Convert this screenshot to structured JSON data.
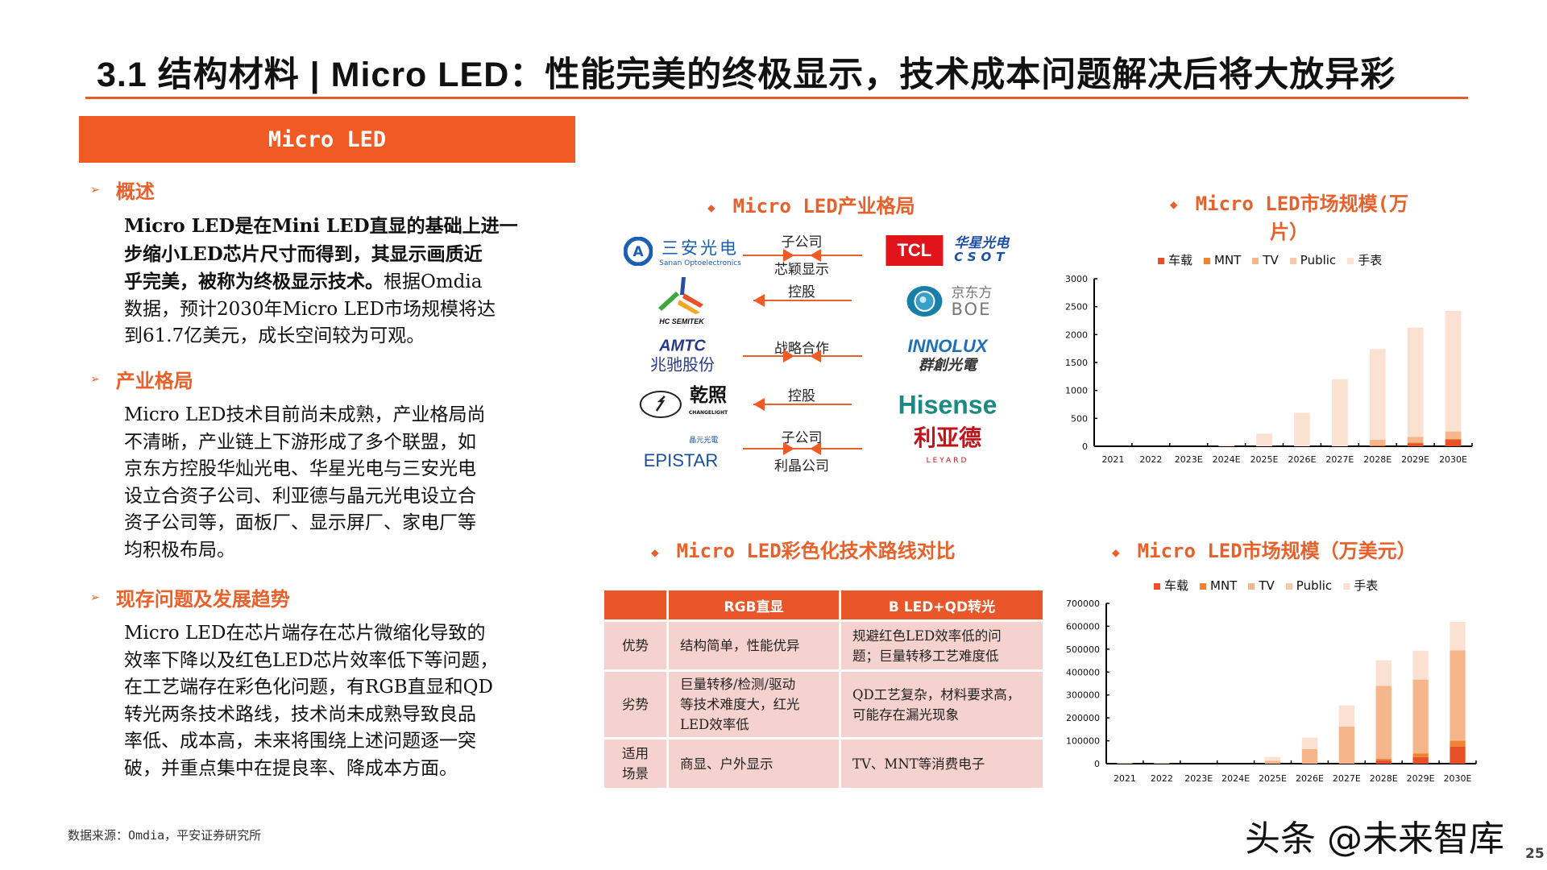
{
  "header": {
    "title": "3.1 结构材料 | Micro LED：性能完美的终极显示，技术成本问题解决后将大放异彩"
  },
  "banner": {
    "label": "Micro LED"
  },
  "sections": [
    {
      "heading": "概述",
      "lines": [
        [
          {
            "t": "Micro LED是在Mini LED直显的基础上进一",
            "b": true
          }
        ],
        [
          {
            "t": "步缩小LED芯片尺寸而得到，其显示画质近",
            "b": true
          }
        ],
        [
          {
            "t": "乎完美，被称为终极显示技术。",
            "b": true
          },
          {
            "t": "根据Omdia",
            "b": false
          }
        ],
        [
          {
            "t": "数据，预计2030年Micro LED市场规模将达",
            "b": false
          }
        ],
        [
          {
            "t": "到61.7亿美元，成长空间较为可观。",
            "b": false
          }
        ]
      ]
    },
    {
      "heading": "产业格局",
      "lines": [
        "Micro LED技术目前尚未成熟，产业格局尚",
        "不清晰，产业链上下游形成了多个联盟，如",
        "京东方控股华灿光电、华星光电与三安光电",
        "设立合资子公司、利亚德与晶元光电设立合",
        "资子公司等，面板厂、显示屏厂、家电厂等",
        "均积极布局。"
      ]
    },
    {
      "heading": "现存问题及发展趋势",
      "lines": [
        "Micro LED在芯片端存在芯片微缩化导致的",
        "效率下降以及红色LED芯片效率低下等问题，",
        "在工艺端存在彩色化问题，有RGB直显和QD",
        "转光两条技术路线，技术尚未成熟导致良品",
        "率低、成本高，未来将围绕上述问题逐一突",
        "破，并重点集中在提良率、降成本方面。"
      ]
    }
  ],
  "industry": {
    "title": "Micro LED产业格局",
    "rows": [
      {
        "left": {
          "cn": "三安光电",
          "en": "Sanan Optoelectronics"
        },
        "right": {
          "a": "TCL",
          "cn": "华星光电",
          "en": "CSOT"
        },
        "above": "子公司",
        "below": "芯颖显示",
        "dir": "both"
      },
      {
        "left": {
          "en": "HC SEMITEK"
        },
        "right": {
          "cn": "京东方",
          "en": "BOE"
        },
        "above": "控股",
        "below": "",
        "dir": "left"
      },
      {
        "left": {
          "en": "AMTC",
          "cn": "兆驰股份"
        },
        "right": {
          "en": "INNOLUX",
          "cn": "群創光電"
        },
        "above": "战略合作",
        "below": "",
        "dir": "both"
      },
      {
        "left": {
          "cn": "乾照",
          "en": "CHANGELIGHT"
        },
        "right": {
          "en": "Hisense"
        },
        "above": "控股",
        "below": "",
        "dir": "left"
      },
      {
        "left": {
          "cn": "晶元光電",
          "en": "EPISTAR"
        },
        "right": {
          "cn": "利亚德",
          "en": "LEYARD"
        },
        "above": "子公司",
        "below": "利晶公司",
        "dir": "both"
      }
    ]
  },
  "comparison": {
    "title": "Micro LED彩色化技术路线对比",
    "headers": [
      "",
      "RGB直显",
      "B LED+QD转光"
    ],
    "rows": [
      {
        "label": "优势",
        "rgb": [
          "结构简单，性能优异"
        ],
        "qd": [
          "规避红色LED效率低的问",
          "题；巨量转移工艺难度低"
        ]
      },
      {
        "label": "劣势",
        "rgb": [
          "巨量转移/检测/驱动",
          "等技术难度大，红光",
          "LED效率低"
        ],
        "qd": [
          "QD工艺复杂，材料要求高，",
          "可能存在漏光现象"
        ]
      },
      {
        "label": [
          "适用",
          "场景"
        ],
        "rgb": [
          "商显、户外显示"
        ],
        "qd": [
          "TV、MNT等消费电子"
        ]
      }
    ]
  },
  "chart_data": [
    {
      "type": "bar",
      "stacked": true,
      "title": [
        "Micro LED市场规模(万",
        "片）"
      ],
      "categories": [
        "2021",
        "2022",
        "2023E",
        "2024E",
        "2025E",
        "2026E",
        "2027E",
        "2028E",
        "2029E",
        "2030E"
      ],
      "ylim": [
        0,
        3000
      ],
      "yticks": [
        "0",
        "500",
        "1000",
        "1500",
        "2000",
        "2500",
        "3000"
      ],
      "legend_position": "top",
      "series": [
        {
          "name": "车载",
          "color": "#e8502a",
          "values": [
            0,
            0,
            0,
            0,
            0,
            0,
            0,
            10,
            55,
            115
          ]
        },
        {
          "name": "MNT",
          "color": "#f08232",
          "values": [
            0,
            0,
            0,
            0,
            0,
            0,
            0,
            5,
            10,
            15
          ]
        },
        {
          "name": "TV",
          "color": "#f6b68c",
          "values": [
            0,
            0,
            0,
            0,
            0,
            0,
            0,
            100,
            105,
            135
          ]
        },
        {
          "name": "Public",
          "color": "#f8caa8",
          "values": [
            0,
            0,
            0,
            0,
            0,
            0,
            0,
            0,
            0,
            0
          ]
        },
        {
          "name": "手表",
          "color": "#fbe1d2",
          "values": [
            0,
            0,
            0,
            25,
            225,
            600,
            1200,
            1625,
            1955,
            2160
          ]
        }
      ]
    },
    {
      "type": "bar",
      "stacked": true,
      "title": [
        "Micro LED市场规模（万美元）"
      ],
      "categories": [
        "2021",
        "2022",
        "2023E",
        "2024E",
        "2025E",
        "2026E",
        "2027E",
        "2028E",
        "2029E",
        "2030E"
      ],
      "ylim": [
        0,
        700000
      ],
      "yticks": [
        "0",
        "100000",
        "200000",
        "300000",
        "400000",
        "500000",
        "600000",
        "700000"
      ],
      "legend_position": "top",
      "series": [
        {
          "name": "车载",
          "color": "#e8502a",
          "values": [
            0,
            0,
            0,
            0,
            0,
            0,
            0,
            15000,
            29000,
            74000
          ]
        },
        {
          "name": "MNT",
          "color": "#f08232",
          "values": [
            0,
            0,
            0,
            0,
            0,
            0,
            0,
            6000,
            16000,
            26000
          ]
        },
        {
          "name": "TV",
          "color": "#f6b68c",
          "values": [
            2000,
            2000,
            0,
            0,
            12000,
            64000,
            162000,
            319000,
            322000,
            395000
          ]
        },
        {
          "name": "Public",
          "color": "#f8caa8",
          "values": [
            0,
            0,
            0,
            0,
            0,
            0,
            0,
            0,
            0,
            0
          ]
        },
        {
          "name": "手表",
          "color": "#fbe1d2",
          "values": [
            1000,
            1000,
            0,
            0,
            17000,
            50000,
            93000,
            111000,
            126000,
            124000
          ]
        }
      ]
    }
  ],
  "footer": {
    "source": "数据来源：Omdia，平安证券研究所",
    "watermark": "头条 @未来智库",
    "page": "25"
  }
}
